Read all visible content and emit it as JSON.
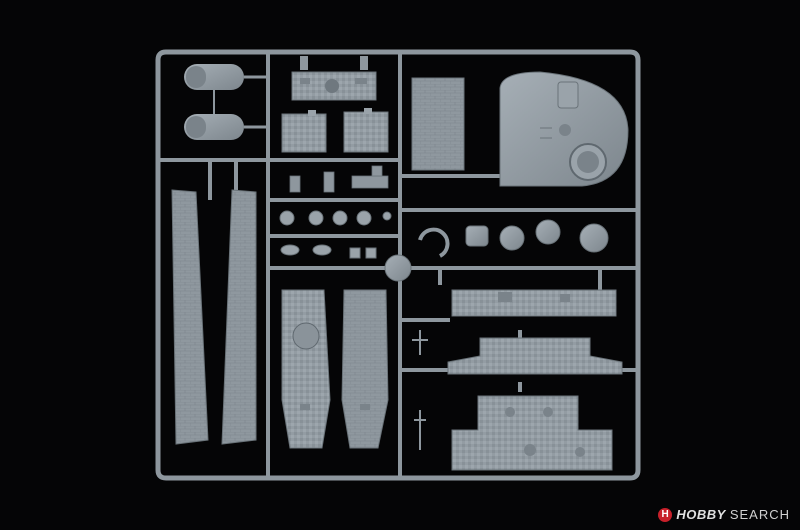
{
  "image": {
    "subject": "plastic-model-sprue",
    "colors": {
      "background": "#050506",
      "plastic": "#8e979e",
      "plastic_light": "#a3acb3",
      "plastic_dark": "#6a7379",
      "watermark_accent": "#c8202a"
    }
  },
  "watermark": {
    "hobby": "HOBBY",
    "search": "SEARCH",
    "logo_letter": "H"
  }
}
